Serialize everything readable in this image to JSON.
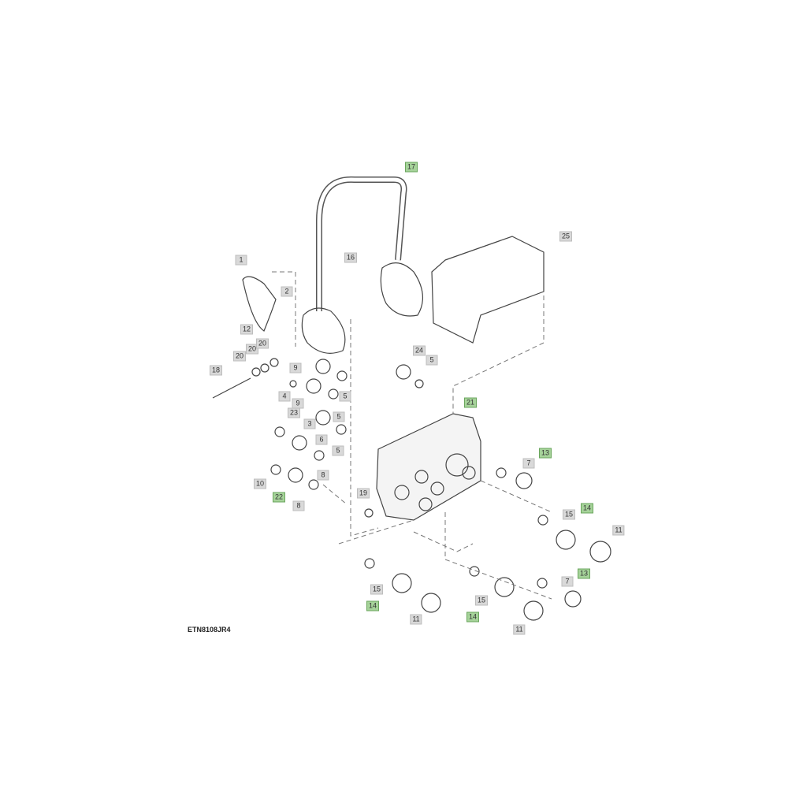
{
  "diagram": {
    "reference_code": "ETN8108JR4",
    "highlight_color": "#a6d39a",
    "callouts": [
      {
        "label": "17",
        "highlighted": true
      },
      {
        "label": "25",
        "highlighted": false
      },
      {
        "label": "16",
        "highlighted": false
      },
      {
        "label": "1",
        "highlighted": false
      },
      {
        "label": "2",
        "highlighted": false
      },
      {
        "label": "12",
        "highlighted": false
      },
      {
        "label": "20",
        "highlighted": false
      },
      {
        "label": "20",
        "highlighted": false
      },
      {
        "label": "20",
        "highlighted": false
      },
      {
        "label": "18",
        "highlighted": false
      },
      {
        "label": "24",
        "highlighted": false
      },
      {
        "label": "5",
        "highlighted": false
      },
      {
        "label": "9",
        "highlighted": false
      },
      {
        "label": "4",
        "highlighted": false
      },
      {
        "label": "9",
        "highlighted": false
      },
      {
        "label": "5",
        "highlighted": false
      },
      {
        "label": "21",
        "highlighted": true
      },
      {
        "label": "23",
        "highlighted": false
      },
      {
        "label": "5",
        "highlighted": false
      },
      {
        "label": "3",
        "highlighted": false
      },
      {
        "label": "6",
        "highlighted": false
      },
      {
        "label": "5",
        "highlighted": false
      },
      {
        "label": "8",
        "highlighted": false
      },
      {
        "label": "10",
        "highlighted": false
      },
      {
        "label": "22",
        "highlighted": true
      },
      {
        "label": "8",
        "highlighted": false
      },
      {
        "label": "19",
        "highlighted": false
      },
      {
        "label": "13",
        "highlighted": true
      },
      {
        "label": "7",
        "highlighted": false
      },
      {
        "label": "14",
        "highlighted": true
      },
      {
        "label": "15",
        "highlighted": false
      },
      {
        "label": "11",
        "highlighted": false
      },
      {
        "label": "15",
        "highlighted": false
      },
      {
        "label": "14",
        "highlighted": true
      },
      {
        "label": "11",
        "highlighted": false
      },
      {
        "label": "15",
        "highlighted": false
      },
      {
        "label": "14",
        "highlighted": true
      },
      {
        "label": "11",
        "highlighted": false
      },
      {
        "label": "7",
        "highlighted": false
      },
      {
        "label": "13",
        "highlighted": true
      }
    ]
  }
}
